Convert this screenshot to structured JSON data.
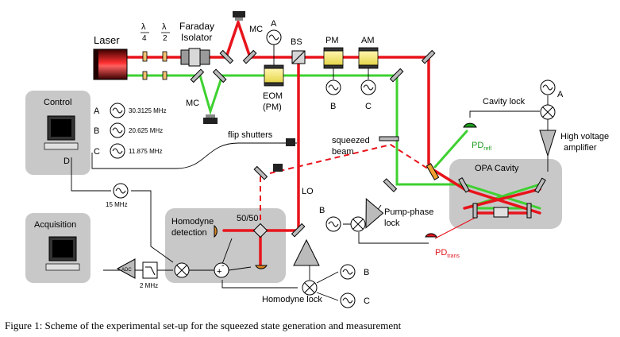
{
  "labels": {
    "laser": "Laser",
    "waveplate_quarter_num": "λ",
    "waveplate_quarter_den": "4",
    "waveplate_half_num": "λ",
    "waveplate_half_den": "2",
    "faraday_line1": "Faraday",
    "faraday_line2": "Isolator",
    "mc_top": "MC",
    "mc_bottom": "MC",
    "osc_a_top": "A",
    "bs": "BS",
    "pm": "PM",
    "am": "AM",
    "eom_line1": "EOM",
    "eom_line2": "(PM)",
    "osc_b_mid": "B",
    "osc_c_mid": "C",
    "control": "Control",
    "ctrl_a": "A",
    "ctrl_b": "B",
    "ctrl_c": "C",
    "ctrl_d": "D",
    "freq_a": "30.3125 MHz",
    "freq_b": "20.625 MHz",
    "freq_c": "11.875 MHz",
    "freq_d": "15 MHz",
    "flip_shutters": "flip shutters",
    "squeezed_line1": "squeezed",
    "squeezed_line2": "beam",
    "lo": "LO",
    "cavity_lock": "Cavity lock",
    "osc_a_right": "A",
    "pd_refl_main": "PD",
    "pd_refl_sub": "refl",
    "hv_line1": "High voltage",
    "hv_line2": "amplifier",
    "opa_cavity": "OPA Cavity",
    "pump_phase_line1": "Pump-phase",
    "pump_phase_line2": "lock",
    "osc_b_pump": "B",
    "pd_trans_main": "PD",
    "pd_trans_sub": "trans",
    "homodyne_line1": "Homodyne",
    "homodyne_line2": "detection",
    "bs_5050": "50/50",
    "acquisition": "Acquisition",
    "adc": "ADC",
    "lowpass": "2 MHz",
    "homodyne_lock": "Homodyne lock",
    "osc_b_hd": "B",
    "osc_c_hd": "C",
    "caption": "Figure 1:  Scheme of the experimental set-up for the squeezed state generation and measurement"
  },
  "colors": {
    "red_beam": "#e8141c",
    "green_beam": "#3ed130",
    "panel_gray": "#c8c8c8",
    "detector_orange": "#e07810",
    "pd_refl_green": "#1a9a1a",
    "pd_trans_red": "#e0141c"
  },
  "icons": [
    "laser-icon",
    "waveplate-icon",
    "faraday-isolator-icon",
    "mirror-icon",
    "beam-splitter-icon",
    "modulator-icon",
    "oscillator-icon",
    "mixer-icon",
    "photodetector-icon",
    "amplifier-icon",
    "lowpass-filter-icon",
    "adc-icon",
    "computer-icon",
    "shutter-icon"
  ]
}
